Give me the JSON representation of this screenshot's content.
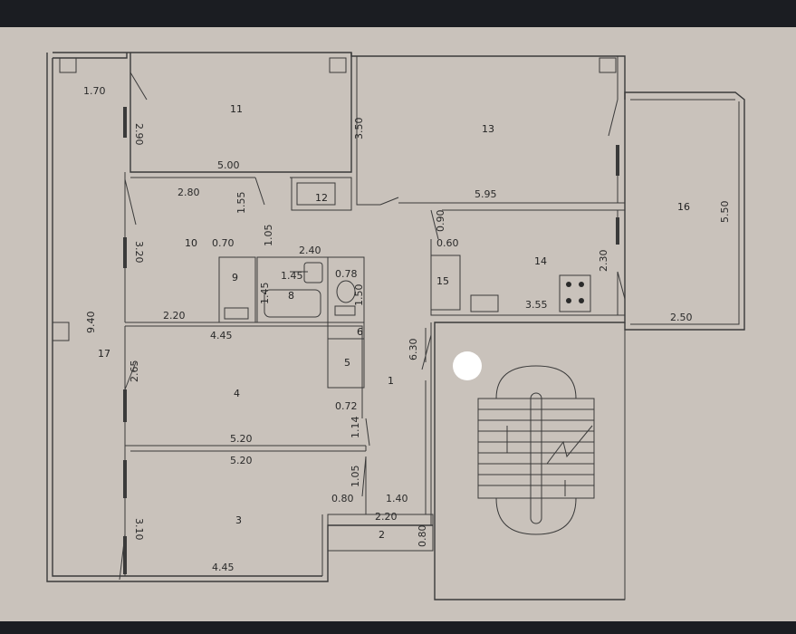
{
  "rooms": [
    "1",
    "2",
    "3",
    "4",
    "5",
    "6",
    "8",
    "9",
    "10",
    "11",
    "12",
    "13",
    "14",
    "15",
    "16",
    "17"
  ],
  "dims": {
    "d170": "1.70",
    "d290": "2.90",
    "d500": "5.00",
    "d350": "3.50",
    "d595": "5.95",
    "d280": "2.80",
    "d155": "1.55",
    "d105a": "1.05",
    "d070": "0.70",
    "d320": "3.20",
    "d240": "2.40",
    "d145a": "1.45",
    "d078": "0.78",
    "d145b": "1.45",
    "d150": "1.50",
    "d220a": "2.20",
    "d445a": "4.45",
    "d940": "9.40",
    "d265": "2.65",
    "d072": "0.72",
    "d520a": "5.20",
    "d520b": "5.20",
    "d114": "1.14",
    "d105b": "1.05",
    "d080a": "0.80",
    "d140": "1.40",
    "d220b": "2.20",
    "d080b": "0.80",
    "d310": "3.10",
    "d445b": "4.45",
    "d630": "6.30",
    "d090": "0.90",
    "d060": "0.60",
    "d230": "2.30",
    "d355": "3.55",
    "d550": "5.50",
    "d250": "2.50"
  }
}
